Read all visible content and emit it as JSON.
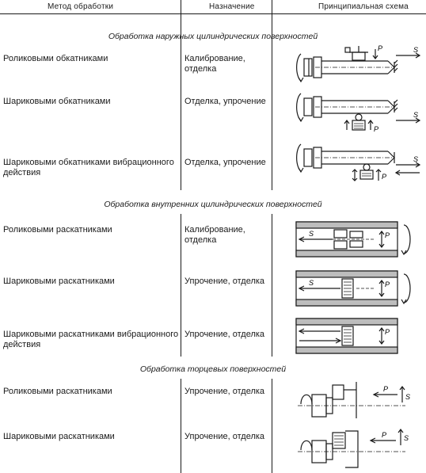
{
  "table": {
    "headers": {
      "method": "Метод обработки",
      "purpose": "Назначение",
      "scheme": "Принципиальная схема"
    },
    "sections": [
      {
        "title": "Обработка наружных цилиндрических поверхностей",
        "rows": [
          {
            "method": "Роликовыми обкатниками",
            "purpose": "Калибрование, отделка"
          },
          {
            "method": "Шариковыми обкатниками",
            "purpose": "Отделка, упрочение"
          },
          {
            "method": "Шариковыми обкатниками вибрационного действия",
            "purpose": "Отделка, упрочение"
          }
        ]
      },
      {
        "title": "Обработка внутренних цилиндрических поверхностей",
        "rows": [
          {
            "method": "Роликовыми раскатниками",
            "purpose": "Калибрование, отделка"
          },
          {
            "method": "Шариковыми раскатниками",
            "purpose": "Упрочение, отделка"
          },
          {
            "method": "Шариковыми раскатниками вибрационного действия",
            "purpose": "Упрочение, отделка"
          }
        ]
      },
      {
        "title": "Обработка торцевых поверхностей",
        "rows": [
          {
            "method": "Роликовыми раскатниками",
            "purpose": "Упрочение, отделка"
          },
          {
            "method": "Шариковыми раскатниками",
            "purpose": "Упрочение, отделка"
          }
        ]
      }
    ]
  },
  "scheme_labels": {
    "feed": "S",
    "force": "P"
  }
}
